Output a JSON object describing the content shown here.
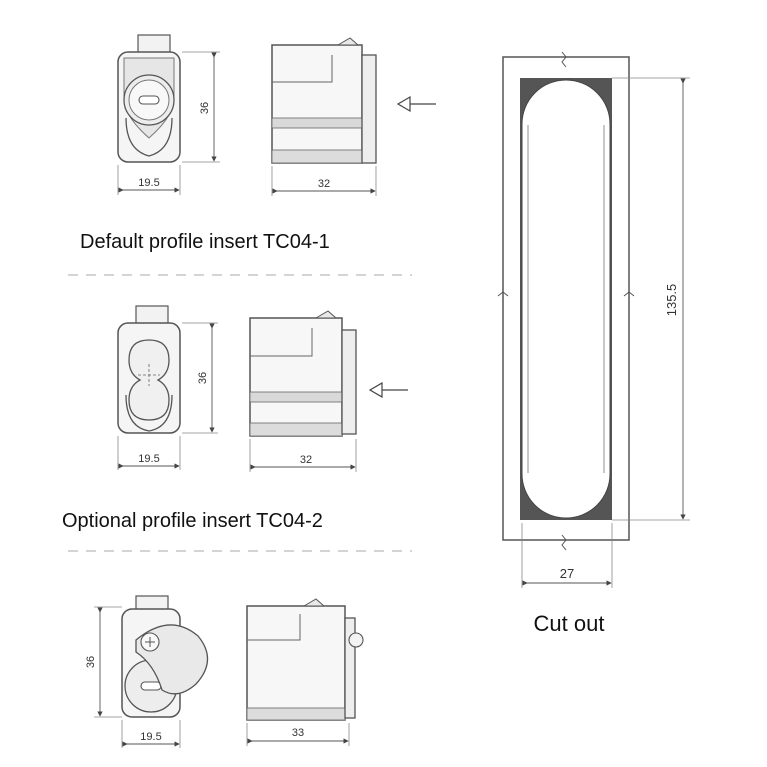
{
  "captions": {
    "insert_1": "Default profile insert TC04-1",
    "insert_2": "Optional profile insert TC04-2",
    "cutout": "Cut out"
  },
  "dimensions": {
    "row1_front_width": "19.5",
    "row1_front_height": "36",
    "row1_side_width": "32",
    "row2_front_width": "19.5",
    "row2_front_height": "36",
    "row2_side_width": "32",
    "row3_front_width": "19.5",
    "row3_front_height": "36",
    "row3_side_width": "33",
    "cutout_height": "135.5",
    "cutout_width": "27"
  }
}
